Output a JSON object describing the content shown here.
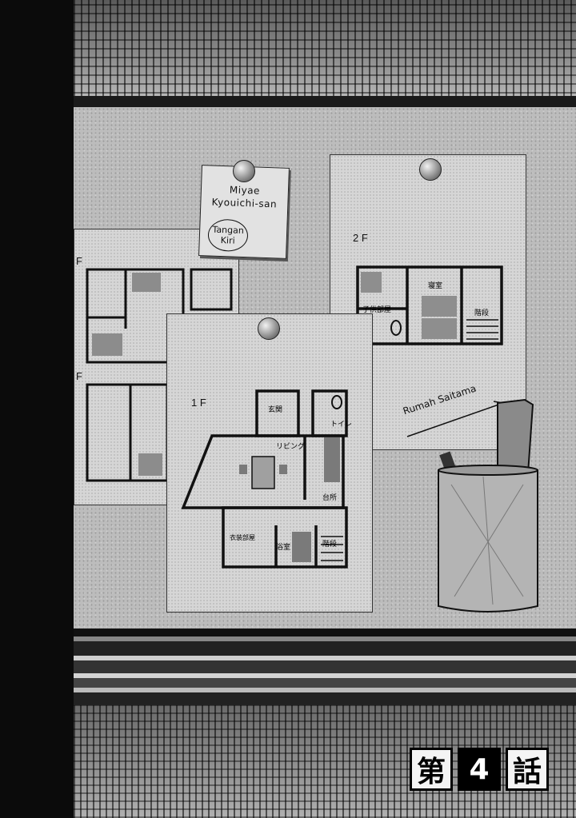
{
  "note": {
    "line1": "Miyae",
    "line2": "Kyouichi-san",
    "tag": "Tangan Kiri"
  },
  "plans": {
    "left_labels": [
      "F",
      "F"
    ],
    "first_floor": "1 F",
    "second_floor": "2 F"
  },
  "rooms_1f": {
    "living": "リビング",
    "entrance": "玄関",
    "toilet": "トイレ",
    "kitchen": "台所",
    "closet": "衣装部屋",
    "bath": "浴室",
    "stairs": "階段"
  },
  "rooms_2f": {
    "kids_room": "子供部屋",
    "bedroom": "寝室",
    "stairs": "階段"
  },
  "caption": {
    "house": "Rumah Saitama"
  },
  "chapter": {
    "prefix": "第",
    "number": "4",
    "suffix": "話"
  }
}
